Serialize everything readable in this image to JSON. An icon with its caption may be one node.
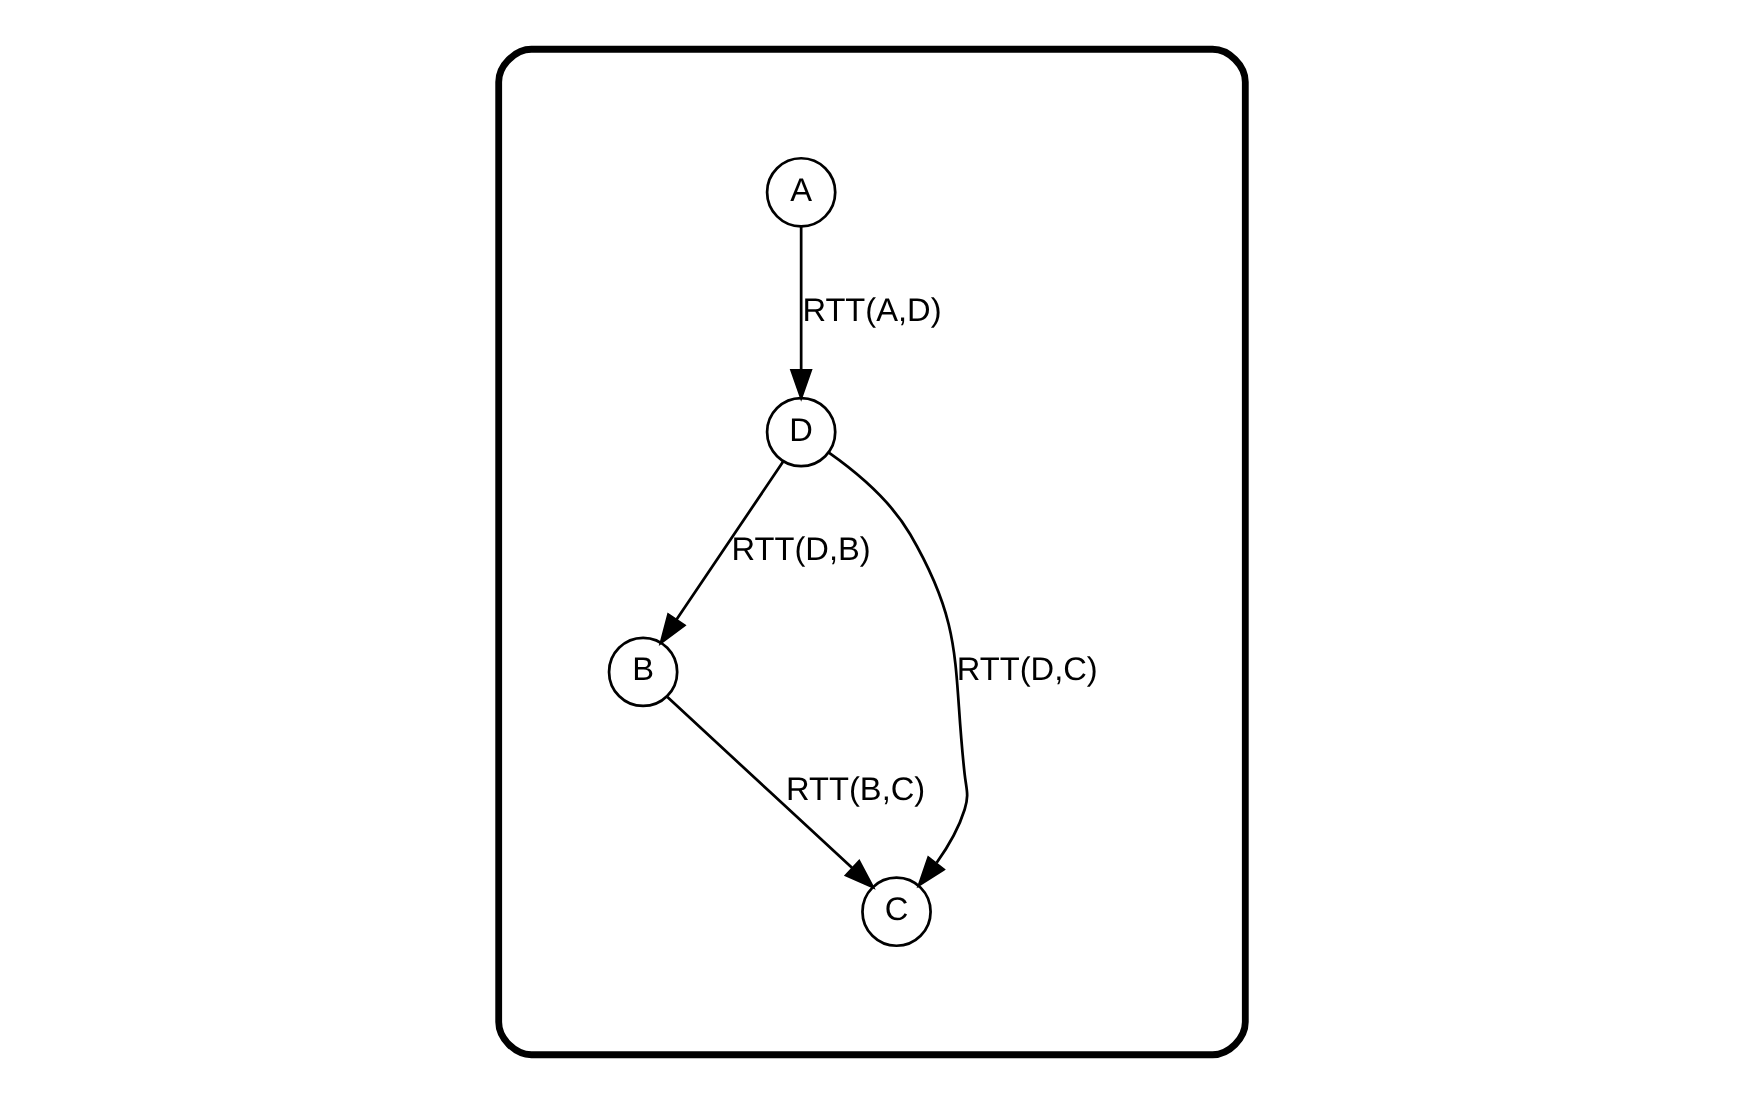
{
  "diagram": {
    "nodes": [
      {
        "text": [],
        "shape": "cloud"
      },
      {
        "text": [
          "A"
        ],
        "in": 0
      },
      {
        "text": [
          "D"
        ],
        "in": 0
      },
      {
        "text": [
          "B"
        ],
        "in": 0
      },
      {
        "text": [
          "C"
        ],
        "in": 0
      }
    ],
    "edges": [
      {
        "from": 1,
        "to": 2,
        "arrow": "to",
        "label": "RTT(A,D)"
      },
      {
        "from": 2,
        "to": 3,
        "arrow": "to",
        "label": "RTT(D,B)"
      },
      {
        "from": 2,
        "to": 4,
        "arrow": "to",
        "label": "RTT(D,C)"
      },
      {
        "from": 3,
        "to": 4,
        "arrow": "to",
        "label": "RTT(B,C)"
      }
    ]
  }
}
